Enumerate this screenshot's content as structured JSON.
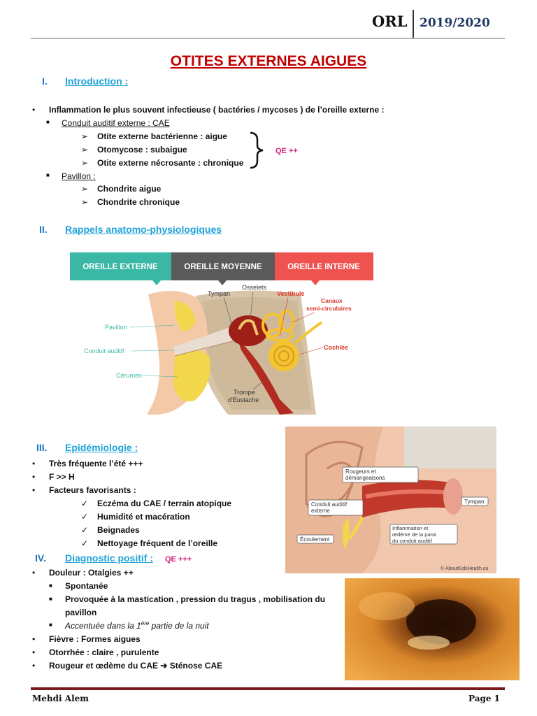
{
  "header": {
    "subject": "ORL",
    "year": "2019/2020"
  },
  "title": "OTITES EXTERNES AIGUES",
  "sections": {
    "intro": {
      "num": "I.",
      "title": "Introduction :",
      "main_bullet": "Inflammation le plus souvent infectieuse ( bactéries / mycoses ) de l’oreille externe :",
      "cae_label": "Conduit auditif externe : CAE",
      "cae_items": [
        "Otite externe bactérienne : aigue",
        "Otomycose : subaigue",
        "Otite externe nécrosante : chronique"
      ],
      "qe": "QE ++",
      "pavillon_label": "Pavillon :",
      "pavillon_items": [
        "Chondrite aigue",
        "Chondrite chronique"
      ]
    },
    "rappels": {
      "num": "II.",
      "title": "Rappels anatomo-physiologiques"
    },
    "epidemio": {
      "num": "III.",
      "title": "Epidémiologie :",
      "items": [
        "Très fréquente l’été +++",
        "F >> H",
        "Facteurs favorisants :"
      ],
      "facteurs": [
        "Eczéma du CAE / terrain atopique",
        "Humidité et macération",
        "Beignades",
        "Nettoyage fréquent de l’oreille"
      ]
    },
    "diagnostic": {
      "num": "IV.",
      "title": "Diagnostic positif :",
      "qe": "QE  +++",
      "douleur": "Douleur : Otalgies ++",
      "douleur_sub": [
        "Spontanée",
        "Provoquée à la mastication , pression du tragus , mobilisation du",
        "pavillon"
      ],
      "accentuee_pre": "Accentuée dans la 1",
      "accentuee_sup": "ère",
      "accentuee_post": " partie de la nuit",
      "fievre": "Fièvre : Formes aigues",
      "otorrhee": "Otorrhée : claire , purulente",
      "rougeur_pre": "Rougeur et œdème du CAE",
      "rougeur_post": " Sténose CAE"
    }
  },
  "diagram1": {
    "tabs": [
      "OREILLE EXTERNE",
      "OREILLE MOYENNE",
      "OREILLE INTERNE"
    ],
    "tab_colors": [
      "#3ab8a5",
      "#5a5a5a",
      "#ef5350"
    ],
    "labels": [
      "Tympan",
      "Osselets",
      "Vestibule",
      "Canaux",
      "semi-circulaires",
      "Pavillon",
      "Conduit auditif",
      "Cochlée",
      "Cérumen",
      "Trompe",
      "d'Eustache"
    ]
  },
  "diagram2": {
    "labels": [
      "Rougeurs et",
      "démangeaisons",
      "Tympan",
      "Conduit auditif",
      "externe",
      "Inflammation et",
      "œdème de la paroi",
      "du conduit auditif",
      "Écoulement"
    ],
    "credit": "© AboutKidsHealth.ca"
  },
  "footer": {
    "author": "Mehdi Alem",
    "page": "Page 1"
  }
}
